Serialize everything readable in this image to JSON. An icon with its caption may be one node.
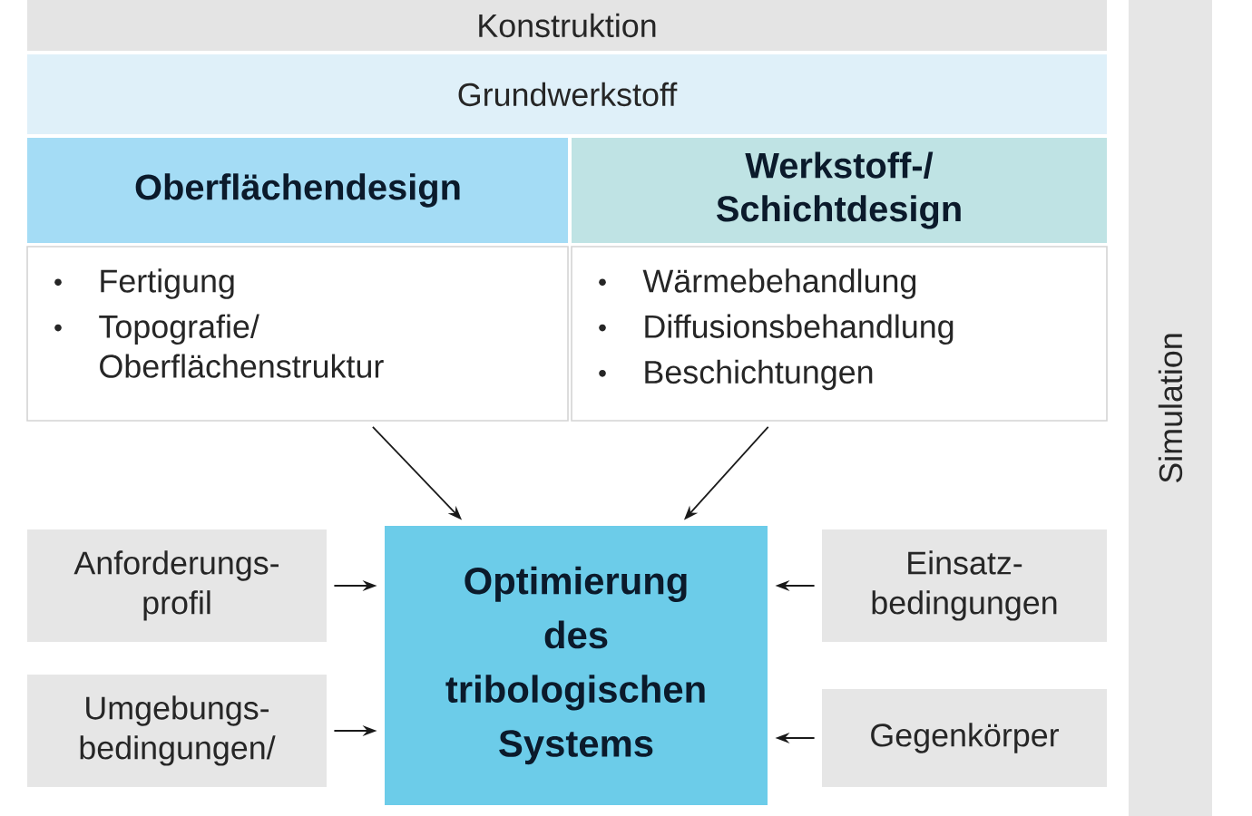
{
  "diagram": {
    "nodes": [
      {
        "text": [
          "Konstruktion"
        ]
      },
      {
        "text": [
          "Grundwerkstoff"
        ]
      },
      {
        "text": [
          "Oberflächendesign"
        ]
      },
      {
        "text": [
          "Werkstoff-/ Schichtdesign"
        ]
      },
      {
        "text": [
          "Fertigung",
          "Topografie/ Oberflächenstruktur"
        ]
      },
      {
        "text": [
          "Wärmebehandlung",
          "Diffusionsbehandlung",
          "Beschichtungen"
        ]
      },
      {
        "text": [
          "Anforderungs- profil"
        ]
      },
      {
        "text": [
          "Optimierung des tribologischen Systems"
        ]
      },
      {
        "text": [
          "Einsatz- bedingungen"
        ]
      },
      {
        "text": [
          "Umgebungs- bedingungen/"
        ]
      },
      {
        "text": [
          "Gegenkörper"
        ]
      },
      {
        "text": [
          "Simulation"
        ]
      }
    ],
    "edges": [
      {
        "from": 4,
        "to": 7,
        "arrow": "to"
      },
      {
        "from": 5,
        "to": 7,
        "arrow": "to"
      },
      {
        "from": 6,
        "to": 7,
        "arrow": "to"
      },
      {
        "from": 8,
        "to": 7,
        "arrow": "to"
      },
      {
        "from": 9,
        "to": 7,
        "arrow": "to"
      },
      {
        "from": 10,
        "to": 7,
        "arrow": "to"
      }
    ]
  }
}
